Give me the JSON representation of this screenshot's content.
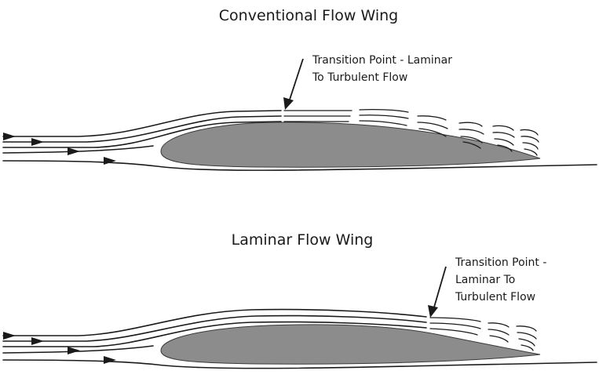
{
  "panels": [
    {
      "title": "Conventional Flow Wing",
      "annotation_lines": [
        "Transition Point - Laminar",
        "To Turbulent Flow"
      ]
    },
    {
      "title": "Laminar Flow Wing",
      "annotation_lines": [
        "Transition Point -",
        "Laminar To",
        "Turbulent Flow"
      ]
    }
  ],
  "colors": {
    "wing_fill": "#8c8c8c",
    "line": "#1a1a1a",
    "background": "#ffffff"
  }
}
